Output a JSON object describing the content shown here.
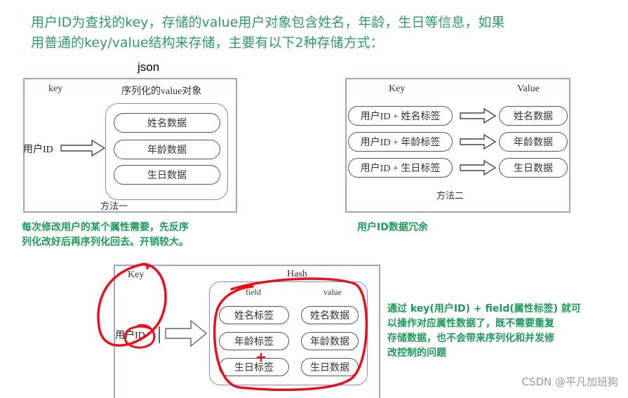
{
  "intro": {
    "line1": "用户ID为查找的key，存储的value用户对象包含姓名，年龄，生日等信息，如果",
    "line2": "用普通的key/value结构来存储，主要有以下2种存储方式："
  },
  "json_label": "json",
  "method1": {
    "key_header": "key",
    "value_header": "序列化的value对象",
    "user_id": "用户ID",
    "fields": [
      "姓名数据",
      "年龄数据",
      "生日数据"
    ],
    "caption": "方法一",
    "note_line1": "每次修改用户的某个属性需要，先反序",
    "note_line2": "列化改好后再序列化回去。开销较大。"
  },
  "method2": {
    "key_header": "Key",
    "value_header": "Value",
    "keys": [
      "用户ID + 姓名标签",
      "用户ID + 年龄标签",
      "用户ID + 生日标签"
    ],
    "values": [
      "姓名数据",
      "年龄数据",
      "生日数据"
    ],
    "caption": "方法二",
    "note": "用户ID数据冗余"
  },
  "hash": {
    "key_header": "Key",
    "hash_header": "Hash",
    "field_header": "field",
    "value_header": "value",
    "user_id": "用户ID",
    "fields": [
      "姓名标签",
      "年龄标签",
      "生日标签"
    ],
    "values": [
      "姓名数据",
      "年龄数据",
      "生日数据"
    ],
    "note_line1": "通过 key(用户ID) + field(属性标签) 就可",
    "note_line2": "以操作对应属性数据了，既不需要重复",
    "note_line3": "存储数据，也不会带来序列化和并发修",
    "note_line4": "改控制的问题"
  },
  "watermark": "CSDN @平凡加班狗",
  "colors": {
    "intro_text": "#2e9a6e",
    "note_text": "#1b9a5a",
    "panel_border": "#9aa7c7",
    "inner_border": "#8f86c9",
    "annotation_red": "#e8101a"
  }
}
